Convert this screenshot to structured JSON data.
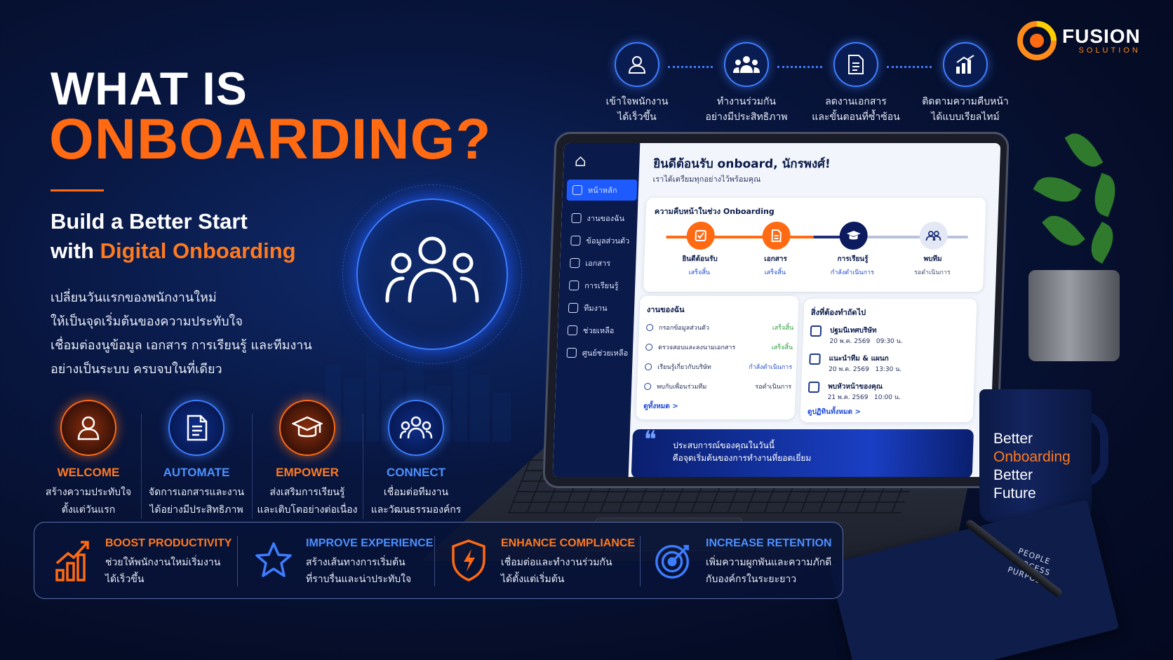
{
  "header": {
    "title_line1": "WHAT IS",
    "title_line2": "ONBOARDING?",
    "subtitle_line1": "Build a Better Start",
    "subtitle_line2_prefix": "with ",
    "subtitle_line2_highlight": "Digital Onboarding",
    "description": [
      "เปลี่ยนวันแรกของพนักงานใหม่",
      "ให้เป็นจุดเริ่มต้นของความประทับใจ",
      "เชื่อมต่องนูข้อมูล เอกสาร การเรียนรู้ และทีมงาน",
      "อย่างเป็นระบบ ครบจบในที่เดียว"
    ]
  },
  "logo": {
    "name": "FUSION",
    "tagline": "SOLUTION"
  },
  "top_steps": [
    {
      "icon": "user-icon",
      "line1": "เข้าใจพนักงาน",
      "line2": "ได้เร็วขึ้น"
    },
    {
      "icon": "team-icon",
      "line1": "ทำงานร่วมกัน",
      "line2": "อย่างมีประสิทธิภาพ"
    },
    {
      "icon": "document-icon",
      "line1": "ลดงานเอกสาร",
      "line2": "และขั้นตอนที่ซ้ำซ้อน"
    },
    {
      "icon": "growth-chart-icon",
      "line1": "ติดตามความคืบหน้า",
      "line2": "ได้แบบเรียลไทม์"
    }
  ],
  "pillars": [
    {
      "icon": "user-icon",
      "title": "WELCOME",
      "line1": "สร้างความประทับใจ",
      "line2": "ตั้งแต่วันแรก",
      "accent": "#ff6a13"
    },
    {
      "icon": "document-icon",
      "title": "AUTOMATE",
      "line1": "จัดการเอกสารและงาน",
      "line2": "ได้อย่างมีประสิทธิภาพ",
      "accent": "#3d7dff"
    },
    {
      "icon": "graduation-cap-icon",
      "title": "EMPOWER",
      "line1": "ส่งเสริมการเรียนรู้",
      "line2": "และเติบโตอย่างต่อเนื่อง",
      "accent": "#ff6a13"
    },
    {
      "icon": "team-icon",
      "title": "CONNECT",
      "line1": "เชื่อมต่อทีมงาน",
      "line2": "และวัฒนธรรมองค์กร",
      "accent": "#3d7dff"
    }
  ],
  "app": {
    "sidebar": [
      {
        "label": "หน้าหลัก",
        "active": true
      },
      {
        "label": "งานของฉัน"
      },
      {
        "label": "ข้อมูลส่วนตัว"
      },
      {
        "label": "เอกสาร"
      },
      {
        "label": "การเรียนรู้"
      },
      {
        "label": "ทีมงาน"
      },
      {
        "label": "ช่วยเหลือ"
      },
      {
        "label": "ศูนย์ช่วยเหลือ"
      }
    ],
    "welcome": "ยินดีต้อนรับ onboard, นักรพงศ์!",
    "welcome_sub": "เราได้เตรียมทุกอย่างไว้พร้อมคุณ",
    "progress": {
      "title": "ความคืบหน้าในช่วง Onboarding",
      "steps": [
        {
          "label": "ยินดีต้อนรับ",
          "status": "เสร็จสิ้น"
        },
        {
          "label": "เอกสาร",
          "status": "เสร็จสิ้น"
        },
        {
          "label": "การเรียนรู้",
          "status": "กำลังดำเนินการ"
        },
        {
          "label": "พบทีม",
          "status": "รอดำเนินการ"
        }
      ]
    },
    "tasks": {
      "title": "งานของฉัน",
      "items": [
        {
          "label": "กรอกข้อมูลส่วนตัว",
          "status": "เสร็จสิ้น",
          "color": "#2e9e3e"
        },
        {
          "label": "ตรวจสอบและลงนามเอกสาร",
          "status": "เสร็จสิ้น",
          "color": "#2e9e3e"
        },
        {
          "label": "เรียนรู้เกี่ยวกับบริษัท",
          "status": "กำลังดำเนินการ",
          "color": "#1e4bd8"
        },
        {
          "label": "พบกับเพื่อนร่วมทีม",
          "status": "รอดำเนินการ",
          "color": "#1f2a55"
        }
      ],
      "more": "ดูทั้งหมด >"
    },
    "next": {
      "title": "สิ่งที่ต้องทำถัดไป",
      "items": [
        {
          "title": "ปฐมนิเทศบริษัท",
          "date": "20 พ.ค. 2569",
          "time": "09:30 น."
        },
        {
          "title": "แนะนำทีม & แผนก",
          "date": "20 พ.ค. 2569",
          "time": "13:30 น."
        },
        {
          "title": "พบหัวหน้าของคุณ",
          "date": "21 พ.ค. 2569",
          "time": "10:00 น."
        }
      ],
      "more": "ดูปฏิทินทั้งหมด >"
    },
    "banner": {
      "line1": "ประสบการณ์ของคุณในวันนี้",
      "line2": "คือจุดเริ่มต้นของการทำงานที่ยอดเยี่ยม"
    }
  },
  "mug": {
    "line1": "Better",
    "line2": "Onboarding",
    "line3": "Better",
    "line4": "Future"
  },
  "notebook": {
    "line1": "PEOPLE",
    "line2": "PROCESS",
    "line3": "PURPOSE"
  },
  "benefits": [
    {
      "icon": "bar-chart-up-icon",
      "title": "BOOST PRODUCTIVITY",
      "line1": "ช่วยให้พนักงานใหม่เริ่มงาน",
      "line2": "ได้เร็วขึ้น",
      "accent": "#ff6a13"
    },
    {
      "icon": "star-icon",
      "title": "IMPROVE EXPERIENCE",
      "line1": "สร้างเส้นทางการเริ่มต้น",
      "line2": "ที่ราบรื่นและน่าประทับใจ",
      "accent": "#3d7dff"
    },
    {
      "icon": "shield-bolt-icon",
      "title": "ENHANCE COMPLIANCE",
      "line1": "เชื่อมต่อและทำงานร่วมกัน",
      "line2": "ได้ตั้งแต่เริ่มต้น",
      "accent": "#ff6a13"
    },
    {
      "icon": "target-icon",
      "title": "INCREASE RETENTION",
      "line1": "เพิ่มความผูกพันและความภักดี",
      "line2": "กับองค์กรในระยะยาว",
      "accent": "#3d7dff"
    }
  ]
}
